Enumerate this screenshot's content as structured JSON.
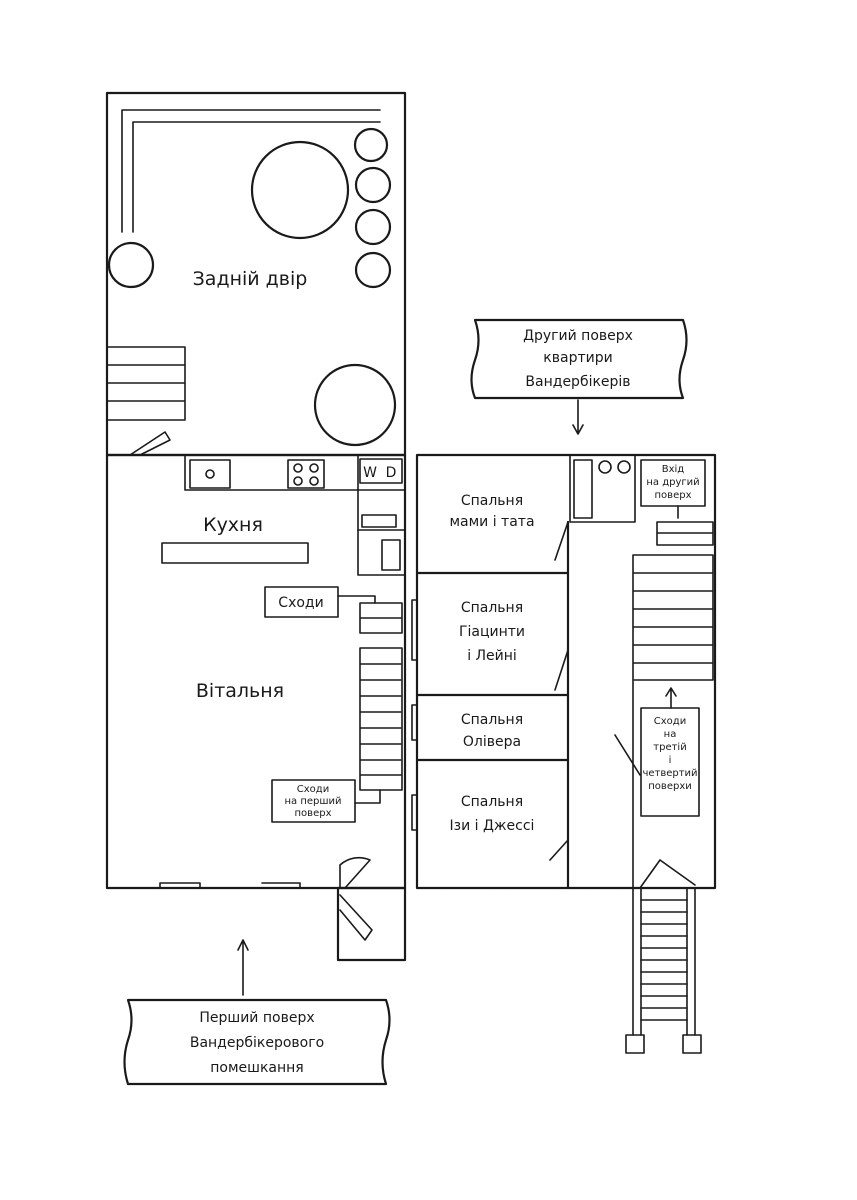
{
  "backyard": {
    "label": "Задній двір"
  },
  "first_floor": {
    "kitchen": "Кухня",
    "living_room": "Вітальня",
    "stairs": "Сходи",
    "stairs_to_first": [
      "Сходи",
      "на перший",
      "поверх"
    ],
    "washer_dryer": [
      "W",
      "D"
    ],
    "callout": [
      "Перший поверх",
      "Вандербікерового",
      "помешкання"
    ]
  },
  "second_floor": {
    "callout": [
      "Другий поверх",
      "квартири",
      "Вандербікерів"
    ],
    "rooms": [
      [
        "Спальня",
        "мами і тата"
      ],
      [
        "Спальня",
        "Гіацинти",
        "і Лейні"
      ],
      [
        "Спальня",
        "Олівера"
      ],
      [
        "Спальня",
        "Ізи і Джессі"
      ]
    ],
    "entrance": [
      "Вхід",
      "на другий",
      "поверх"
    ],
    "stairs_up": [
      "Сходи",
      "на",
      "третій",
      "і",
      "четвертий",
      "поверхи"
    ]
  }
}
